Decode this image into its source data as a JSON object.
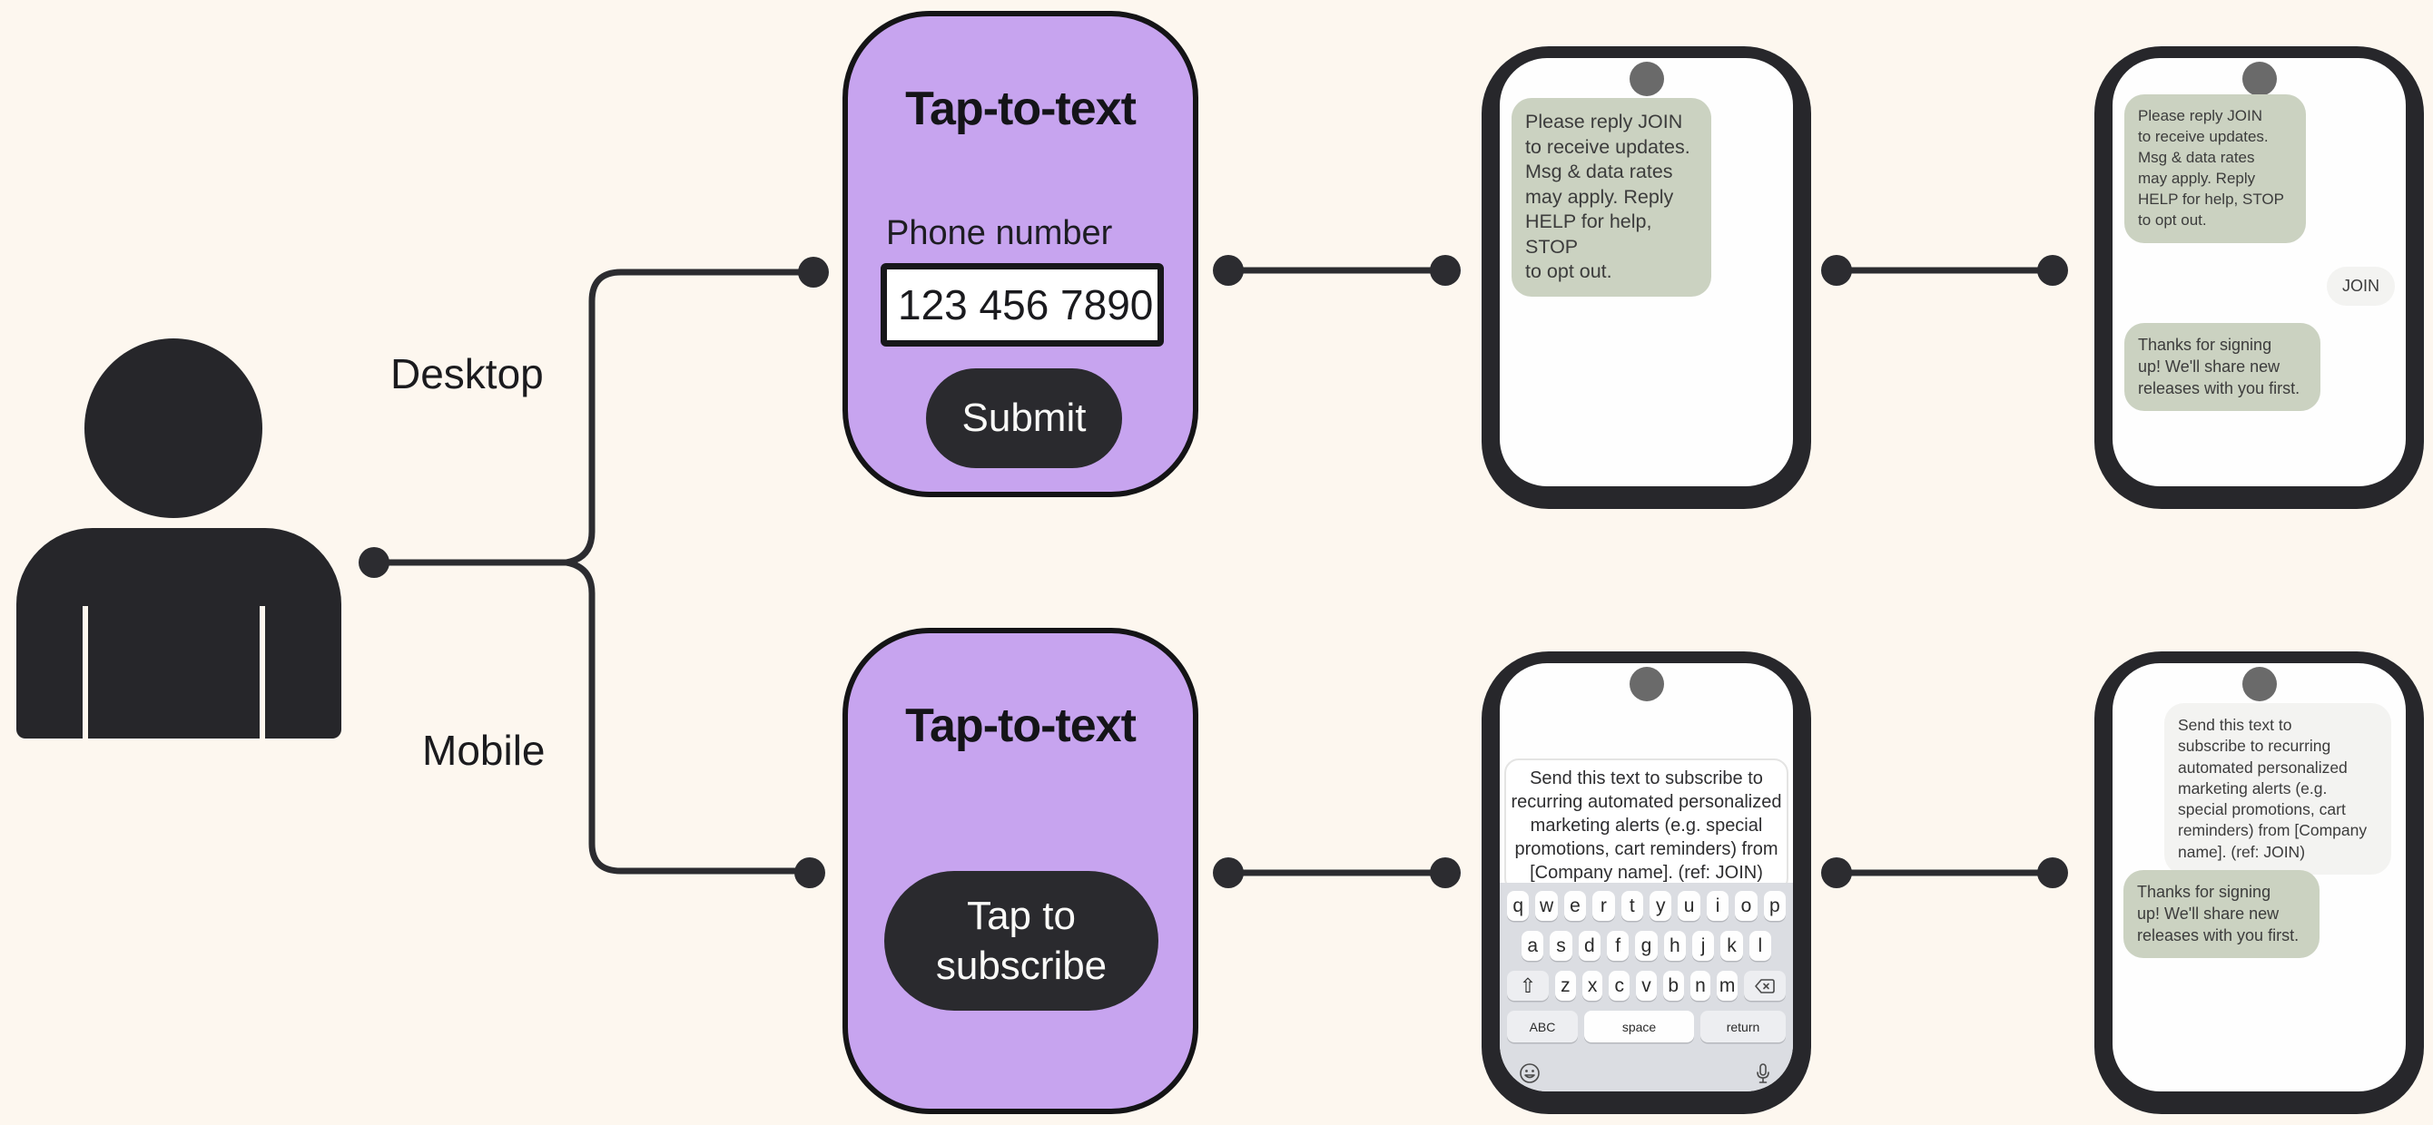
{
  "colors": {
    "background": "#FDF7EF",
    "card_purple": "#C7A4EF",
    "dark": "#27272B",
    "bubble_green": "#CBD2C1",
    "bubble_gray": "#F3F3F1",
    "keyboard_bg": "#DBDDE2"
  },
  "labels": {
    "desktop": "Desktop",
    "mobile": "Mobile"
  },
  "desktop_card": {
    "title": "Tap-to-text",
    "field_label": "Phone number",
    "field_value": "123 456 7890",
    "submit": "Submit"
  },
  "mobile_card": {
    "title": "Tap-to-text",
    "button": "Tap to subscribe"
  },
  "phone_optin": {
    "message": "Please reply JOIN\nto receive updates.\nMsg & data rates\nmay apply. Reply\nHELP for help, STOP\nto opt out."
  },
  "phone_confirm": {
    "message": "Please reply JOIN\nto receive updates.\nMsg & data rates\nmay apply. Reply\nHELP for help, STOP\nto opt out.",
    "reply": "JOIN",
    "thanks": "Thanks for signing\nup! We'll share new\nreleases with you first."
  },
  "phone_compose": {
    "draft": "Send this text to subscribe to\nrecurring automated personalized\nmarketing alerts (e.g. special\npromotions, cart reminders) from\n[Company name]. (ref: JOIN)",
    "keyboard": {
      "row1": [
        "q",
        "w",
        "e",
        "r",
        "t",
        "y",
        "u",
        "i",
        "o",
        "p"
      ],
      "row2": [
        "a",
        "s",
        "d",
        "f",
        "g",
        "h",
        "j",
        "k",
        "l"
      ],
      "row3": [
        "z",
        "x",
        "c",
        "v",
        "b",
        "n",
        "m"
      ],
      "shift": "⇧",
      "abc": "ABC",
      "space": "space",
      "return": "return"
    }
  },
  "phone_sent": {
    "sent": "Send this text to\nsubscribe to recurring\nautomated personalized\nmarketing alerts (e.g.\nspecial promotions, cart\nreminders) from [Company\nname]. (ref: JOIN)",
    "thanks": "Thanks for signing\nup! We'll share new\nreleases with you first."
  }
}
